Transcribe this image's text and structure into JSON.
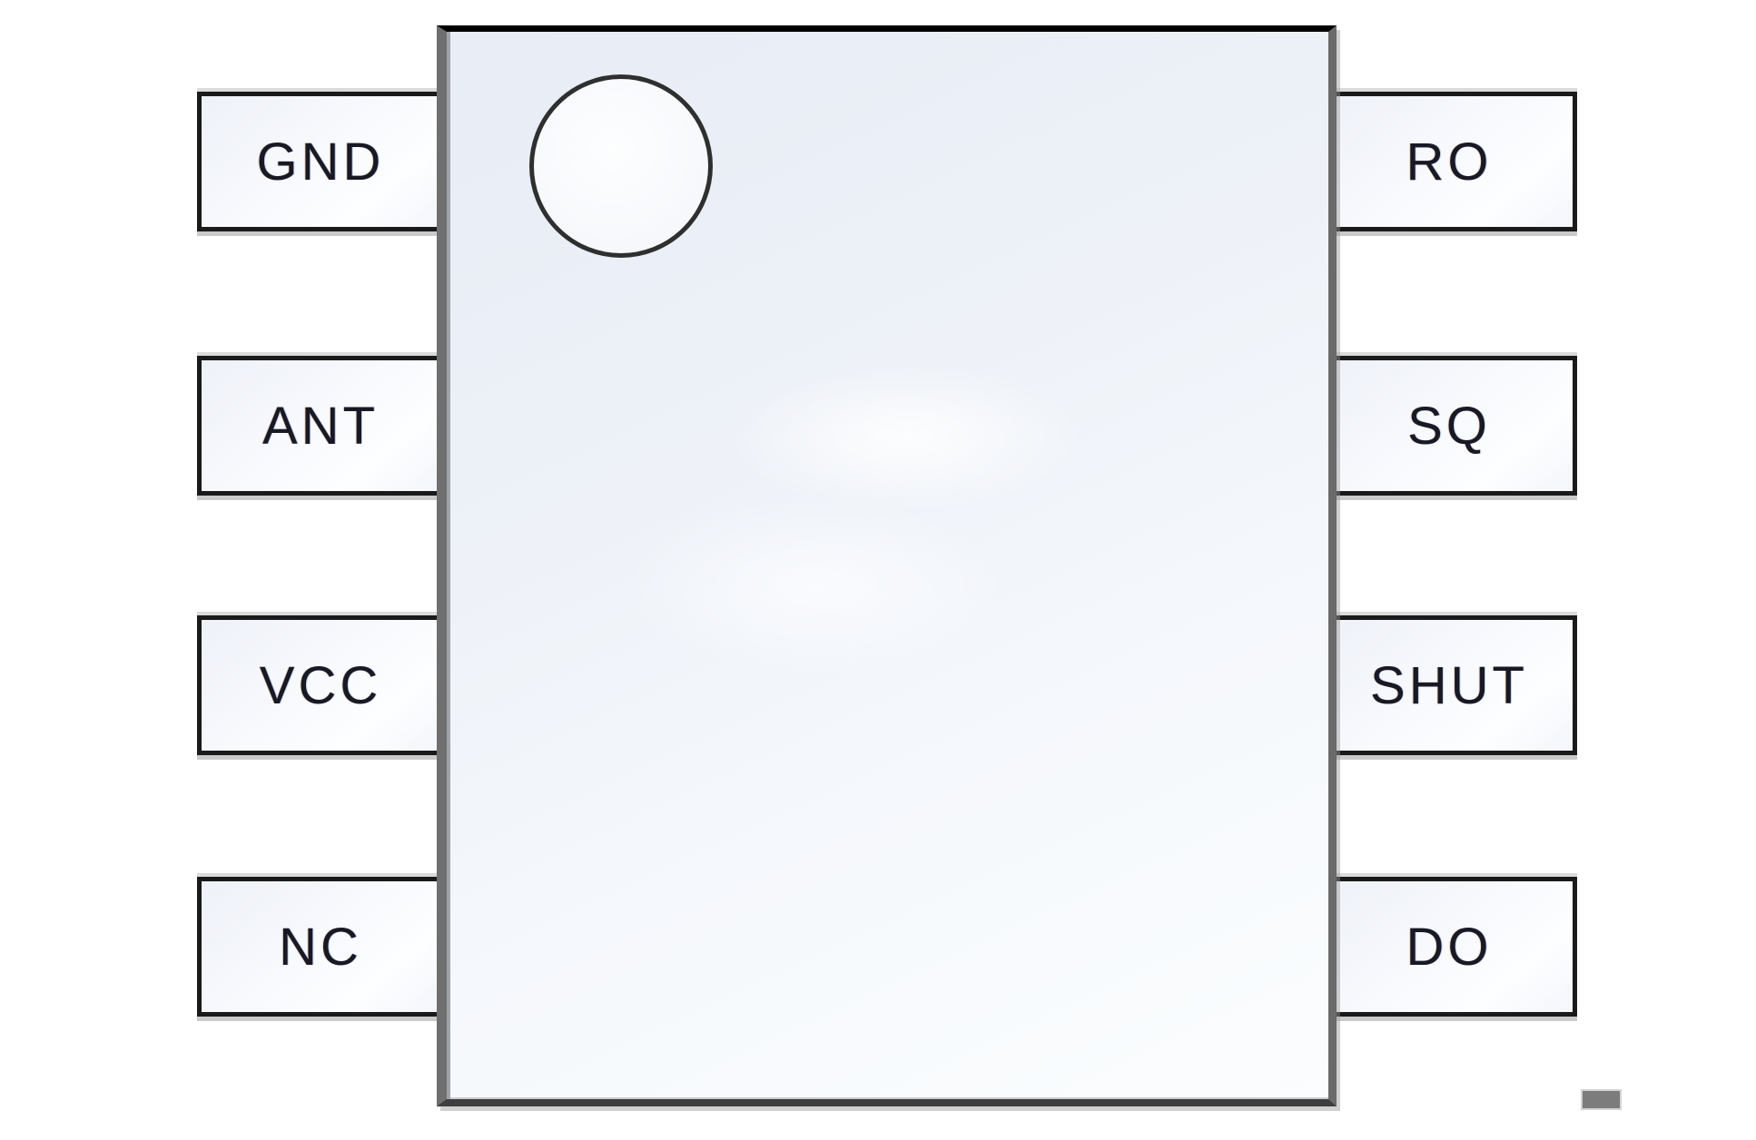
{
  "pins": {
    "left": [
      {
        "label": "GND"
      },
      {
        "label": "ANT"
      },
      {
        "label": "VCC"
      },
      {
        "label": "NC"
      }
    ],
    "right": [
      {
        "label": "RO"
      },
      {
        "label": "SQ"
      },
      {
        "label": "SHUT"
      },
      {
        "label": "DO"
      }
    ]
  },
  "colors": {
    "page_background": "#ffffff",
    "body_fill_start": "#e8edf6",
    "body_fill_end": "#fbfdfe",
    "body_border_top": "#000000",
    "body_border_gray": "#6a6a6a",
    "pin_border": "#1a1a1a",
    "pin_fill_start": "#eef1f8",
    "pin_fill_end": "#fdfeff",
    "label_text": "#191925",
    "pin1_circle_border": "#2f2f2f",
    "marker_gray": "#7c7c7c"
  }
}
